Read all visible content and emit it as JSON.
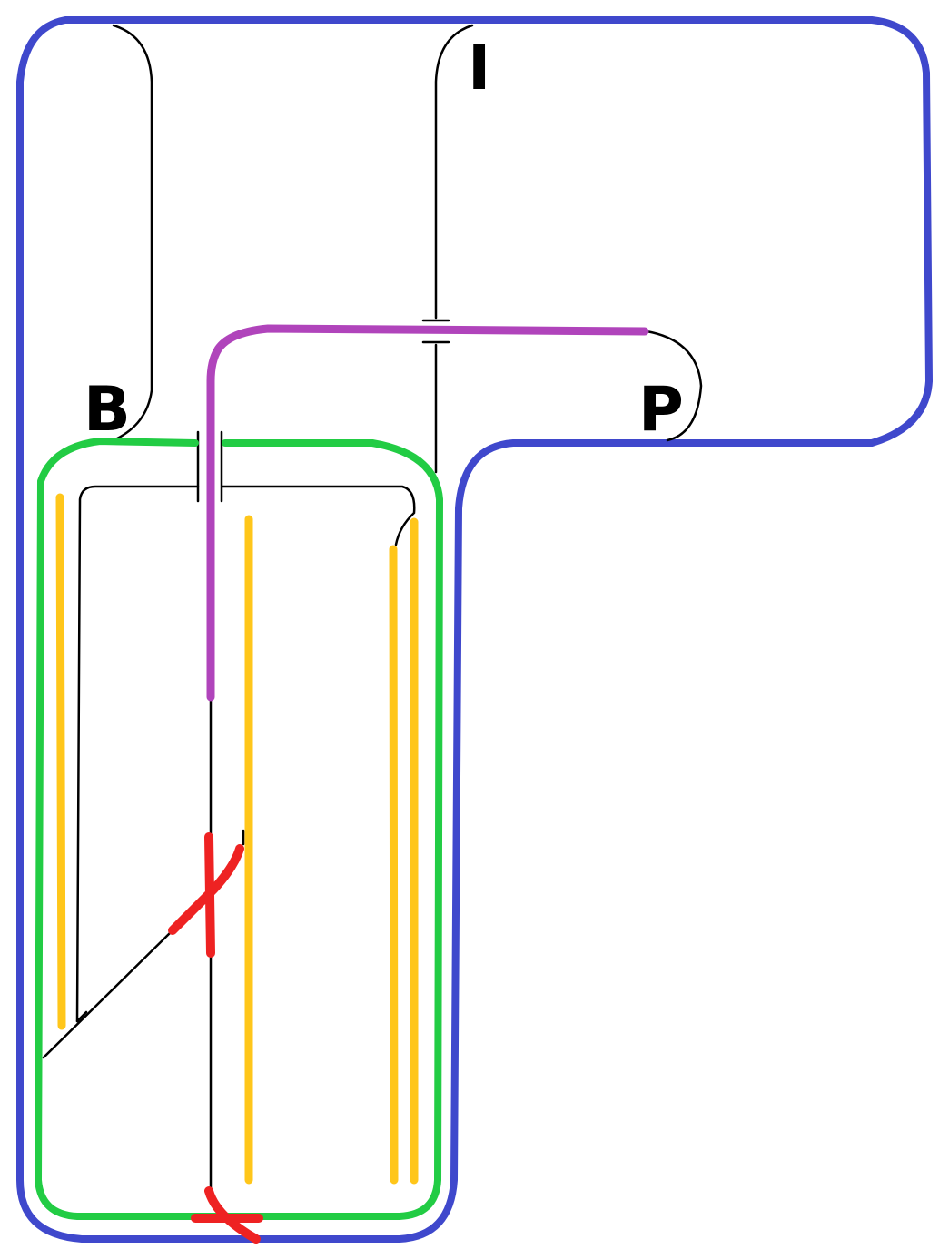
{
  "labels": {
    "b": "B",
    "i": "I",
    "p": "P"
  },
  "colors": {
    "blue": "#3f48cc",
    "green": "#22cc44",
    "purple": "#b044bb",
    "yellow": "#ffc61a",
    "red": "#ee2222",
    "black": "#000000"
  }
}
